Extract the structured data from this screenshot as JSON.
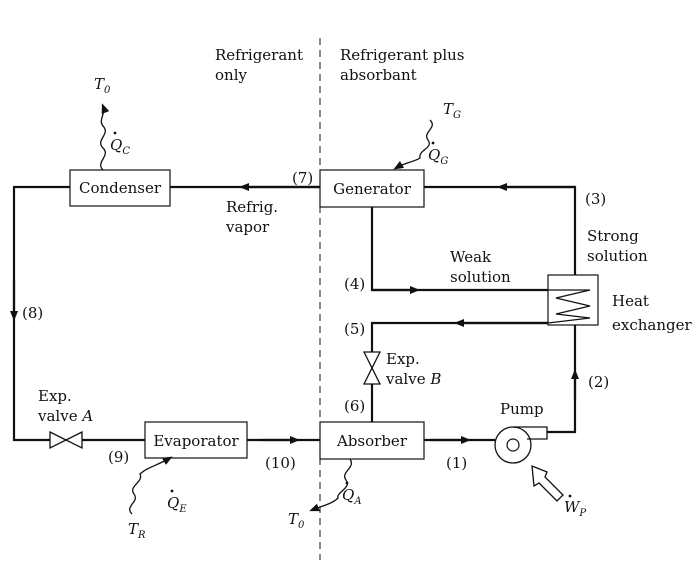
{
  "regions": {
    "left_label_1": "Refrigerant",
    "left_label_2": "only",
    "right_label_1": "Refrigerant plus",
    "right_label_2": "absorbant"
  },
  "components": {
    "condenser": "Condenser",
    "generator": "Generator",
    "evaporator": "Evaporator",
    "absorber": "Absorber",
    "pump": "Pump",
    "heat_exchanger_1": "Heat",
    "heat_exchanger_2": "exchanger",
    "valve_a_1": "Exp.",
    "valve_a_2": "valve",
    "valve_a_letter": "A",
    "valve_b_1": "Exp.",
    "valve_b_2": "valve",
    "valve_b_letter": "B"
  },
  "streams": {
    "s1": "(1)",
    "s2": "(2)",
    "s3": "(3)",
    "s4": "(4)",
    "s5": "(5)",
    "s6": "(6)",
    "s7": "(7)",
    "s8": "(8)",
    "s9": "(9)",
    "s10": "(10)",
    "refrig_vapor_1": "Refrig.",
    "refrig_vapor_2": "vapor",
    "weak_1": "Weak",
    "weak_2": "solution",
    "strong_1": "Strong",
    "strong_2": "solution"
  },
  "heat": {
    "QC_letter": "Q",
    "QC_sub": "C",
    "T0_top_letter": "T",
    "T0_top_sub": "0",
    "TG_letter": "T",
    "TG_sub": "G",
    "QG_letter": "Q",
    "QG_sub": "G",
    "QE_letter": "Q",
    "QE_sub": "E",
    "TR_letter": "T",
    "TR_sub": "R",
    "QA_letter": "Q",
    "QA_sub": "A",
    "T0_bot_letter": "T",
    "T0_bot_sub": "0",
    "WP_letter": "W",
    "WP_sub": "P"
  },
  "colors": {
    "ink": "#111111",
    "background": "#ffffff"
  }
}
